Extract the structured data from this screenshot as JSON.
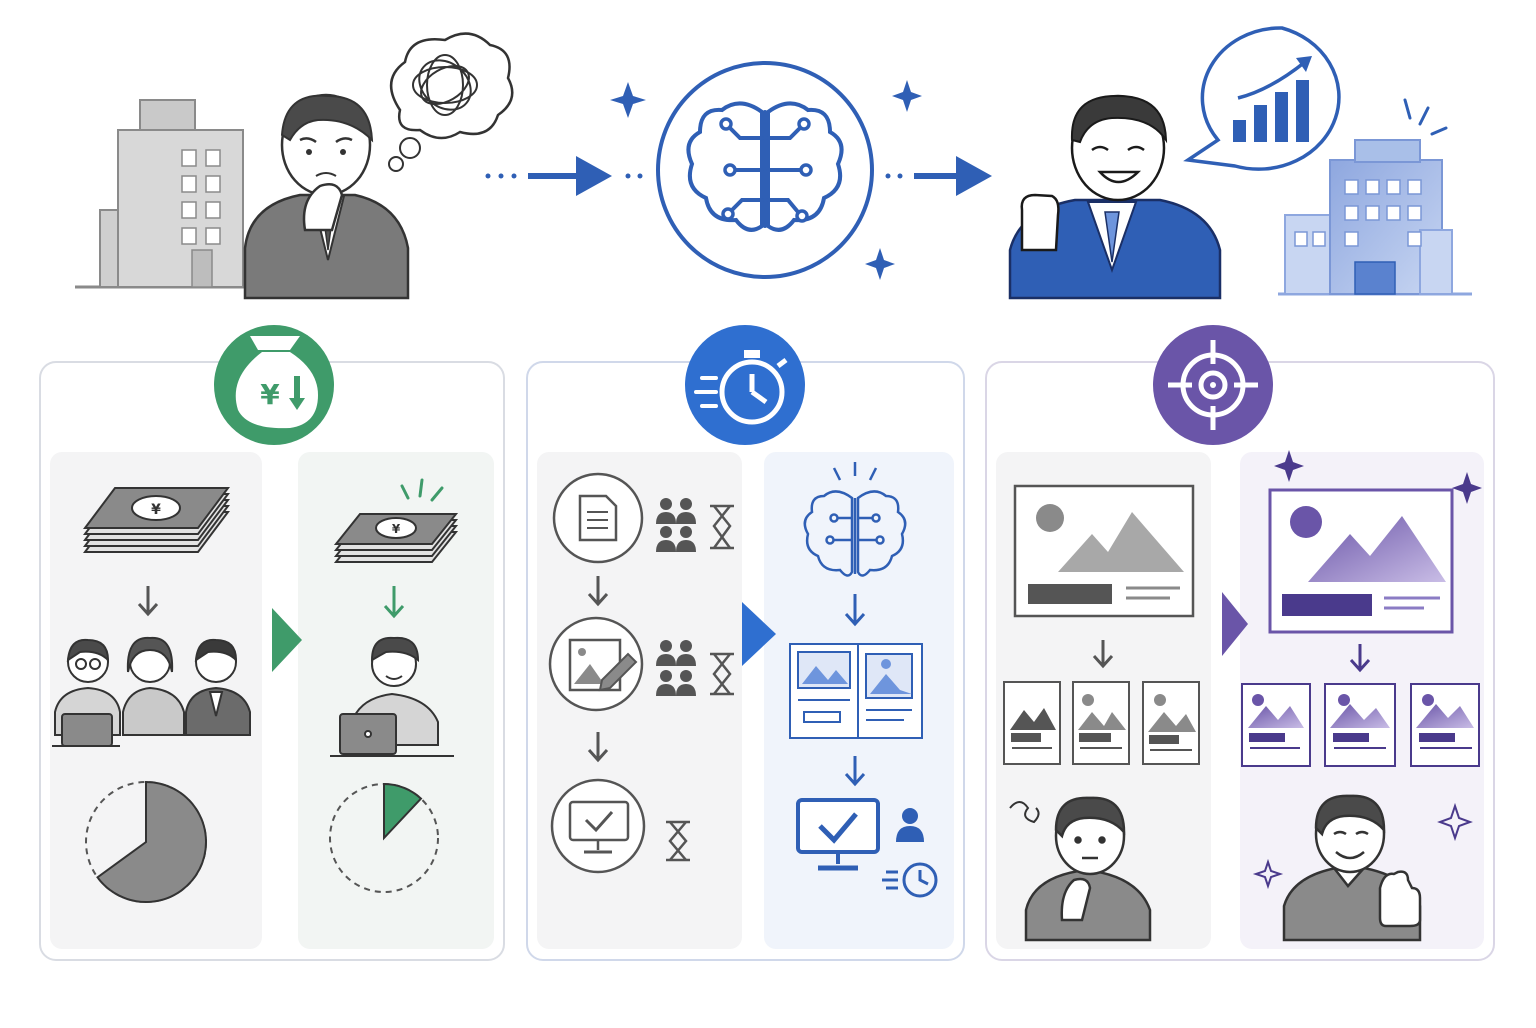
{
  "currency_symbol": "¥",
  "colors": {
    "gray": "#6b6b6b",
    "gray_light": "#b5b5b5",
    "blue": "#2f5fb5",
    "blue_light": "#a9bfe8",
    "green": "#3f9b6a",
    "purple": "#6a55a8",
    "panel_border": "#d9dce3"
  },
  "panels": [
    {
      "key": "cost",
      "icon": "money-bag-yen-down-icon",
      "accent": "#3f9b6a"
    },
    {
      "key": "speed",
      "icon": "stopwatch-speed-icon",
      "accent": "#2f6fd0"
    },
    {
      "key": "targeting",
      "icon": "crosshair-target-icon",
      "accent": "#6a55a8"
    }
  ],
  "cost_panel": {
    "before_share": 0.65,
    "after_share": 0.12
  },
  "flow": [
    "worried-businessman",
    "ai-brain",
    "happy-businessman"
  ]
}
